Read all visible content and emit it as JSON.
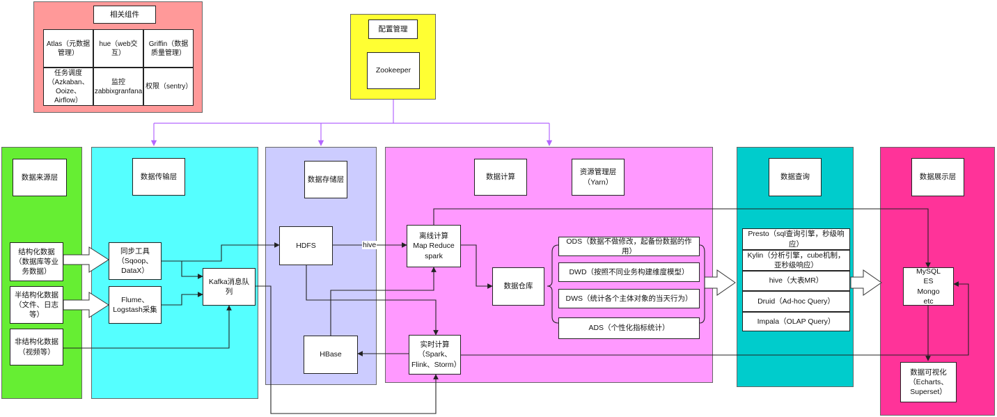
{
  "components": {
    "title": "相关组件",
    "cells": [
      "Atlas（元数据管理）",
      "hue（web交互）",
      "Griffin（数据质量管理）",
      "任务调度（Azkaban、Ooize、Airflow）",
      "监控zabbixgranfana",
      "权限（sentry）"
    ]
  },
  "config": {
    "title": "配置管理",
    "zookeeper": "Zookeeper"
  },
  "layers": {
    "source": {
      "title": "数据来源层",
      "items": [
        "结构化数据（数据库等业务数据）",
        "半结构化数据（文件、日志等）",
        "非结构化数据（视频等）"
      ]
    },
    "transport": {
      "title": "数据传输层",
      "sync_tool": "同步工具（Sqoop、DataX）",
      "flume": "Flume、Logstash采集",
      "kafka": "Kafka消息队列"
    },
    "storage": {
      "title": "数据存储层",
      "hdfs": "HDFS",
      "hbase": "HBase"
    },
    "compute": {
      "title": "数据计算",
      "resource": "资源管理层（Yarn）",
      "offline": "离线计算\nMap Reduce\nspark",
      "realtime": "实时计算（Spark、Flink、Storm）",
      "warehouse": "数据仓库",
      "dw_layers": [
        "ODS（数据不做修改，起备份数据的作用）",
        "DWD（按照不同业务构建维度模型）",
        "DWS（统计各个主体对象的当天行为）",
        "ADS（个性化指标统计）"
      ],
      "edge_hive": "hive"
    },
    "query": {
      "title": "数据查询",
      "items": [
        "Presto（sql查询引擎，秒级响应）",
        "Kylin（分析引擎，cube机制，亚秒级响应）",
        "hive（大表MR）",
        "Druid（Ad-hoc Query）",
        "Impala（OLAP Query）"
      ]
    },
    "display": {
      "title": "数据展示层",
      "stores": "MySQL\nES\nMongo\netc",
      "viz": "数据可视化（Echarts、Superset）"
    }
  },
  "colors": {
    "components_bg": "#ff9999",
    "config_bg": "#ffff33",
    "source_bg": "#66ee33",
    "transport_bg": "#55ffff",
    "storage_bg": "#ccccff",
    "compute_bg": "#ff99ff",
    "query_bg": "#00cccc",
    "display_bg": "#ff3399",
    "purple_line": "#b366ff"
  }
}
